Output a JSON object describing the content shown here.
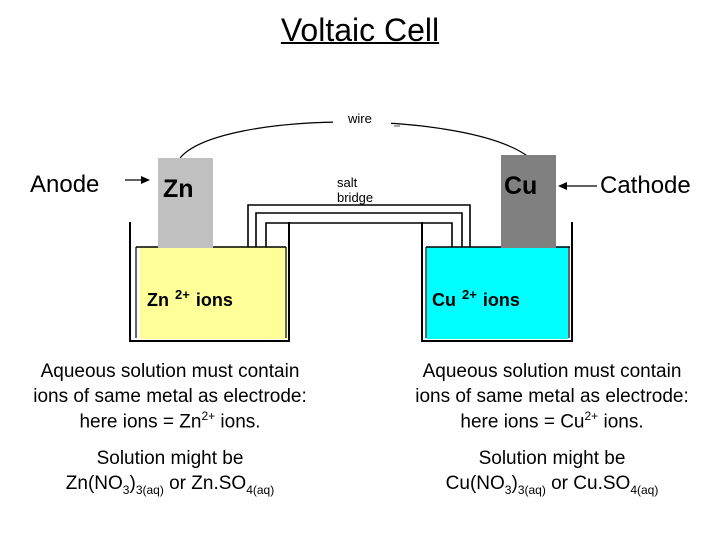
{
  "title": "Voltaic Cell",
  "wire_label": "wire",
  "salt_bridge_label": [
    "salt",
    "bridge"
  ],
  "anode": {
    "label": "Anode",
    "electrode": "Zn",
    "ions_base": "Zn",
    "ions_charge": "2+",
    "ions_word": "ions",
    "solution_color": "#ffff99",
    "electrode_color": "#c0c0c0"
  },
  "cathode": {
    "label": "Cathode",
    "electrode": "Cu",
    "ions_base": "Cu",
    "ions_charge": "2+",
    "ions_word": "ions",
    "solution_color": "#00ffff",
    "electrode_color": "#808080"
  },
  "captions": {
    "left": {
      "line1": "Aqueous solution must contain",
      "line2": "ions of same metal as electrode:",
      "line3_pre": "here ions = Zn",
      "line3_sup": "2+",
      "line3_post": " ions.",
      "sol_line1": "Solution might be",
      "sol_f1a": "Zn(NO",
      "sol_f1b": "3",
      "sol_f1c": ")",
      "sol_f1d": "3(aq)",
      "sol_or": " or Zn.SO",
      "sol_f2": "4(aq)"
    },
    "right": {
      "line1": "Aqueous solution must contain",
      "line2": "ions of same metal as electrode:",
      "line3_pre": "here ions = Cu",
      "line3_sup": "2+",
      "line3_post": " ions.",
      "sol_line1": "Solution might be",
      "sol_f1a": "Cu(NO",
      "sol_f1b": "3",
      "sol_f1c": ")",
      "sol_f1d": "3(aq)",
      "sol_or": " or Cu.SO",
      "sol_f2": "4(aq)"
    }
  }
}
